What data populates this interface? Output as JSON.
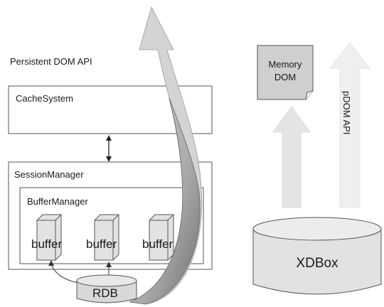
{
  "left": {
    "api_label": "Persistent DOM API",
    "cache_system": "CacheSystem",
    "session_manager": "SessionManager",
    "buffer_manager": "BufferManager",
    "buffers": [
      "buffer",
      "buffer",
      "buffer"
    ],
    "rdb": "RDB"
  },
  "right": {
    "memory_dom_line1": "Memory",
    "memory_dom_line2": "DOM",
    "pdom_api": "pDOM API",
    "xdbox": "XDBox"
  },
  "colors": {
    "box_stroke": "#555555",
    "arrow_light": "#e6e6e6",
    "arrow_mid": "#cfcfcf",
    "buffer_fill": "#d9d9d9",
    "curve_front": "#7a7a7a",
    "curve_back": "#c8c8c8"
  }
}
